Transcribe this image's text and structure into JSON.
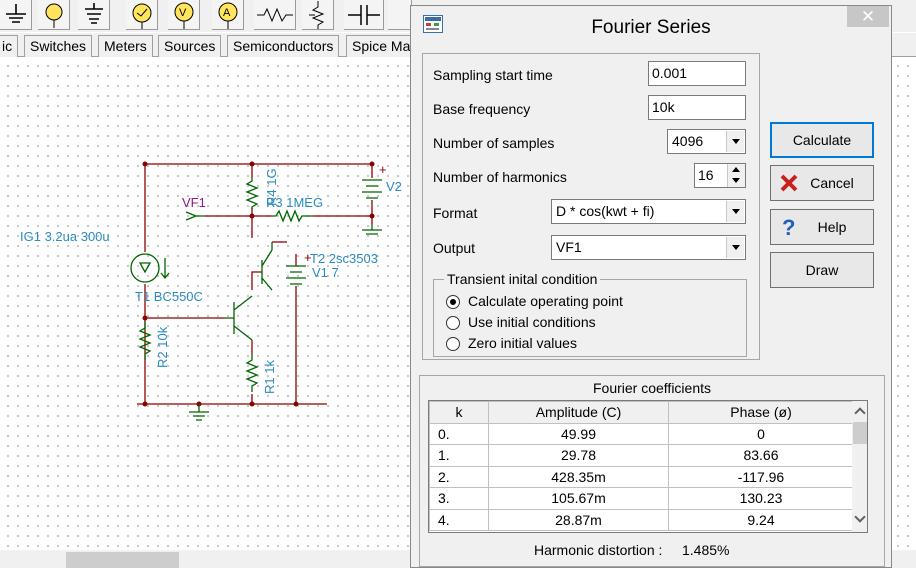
{
  "toolbar": {
    "icons": [
      "ground-icon",
      "lamp-icon",
      "ground-symbol-icon",
      "meter-icon",
      "voltmeter-icon",
      "ammeter-icon",
      "resistor-icon",
      "potentiometer-icon",
      "capacitor-icon"
    ]
  },
  "tabs": [
    "ic",
    "Switches",
    "Meters",
    "Sources",
    "Semiconductors",
    "Spice Ma"
  ],
  "circuit": {
    "labels": {
      "ig1": "IG1 3.2ua 300u",
      "vf1": "VF1",
      "t1": "T1 BC550C",
      "r2": "R2 10k",
      "r1": "R1 1k",
      "r3": "R3 1MEG",
      "r4": "R4 1G",
      "t2": "T2 2sc3503",
      "v1": "V1 7",
      "v2": "V2"
    }
  },
  "dialog": {
    "title": "Fourier Series",
    "close": "✕",
    "fields": {
      "sampling_start_time": {
        "label": "Sampling start time",
        "value": "0.001"
      },
      "base_frequency": {
        "label": "Base frequency",
        "value": "10k"
      },
      "number_of_samples": {
        "label": "Number of samples",
        "value": "4096"
      },
      "number_of_harmonics": {
        "label": "Number of harmonics",
        "value": "16"
      },
      "format": {
        "label": "Format",
        "value": "D * cos(kwt + fi)"
      },
      "output": {
        "label": "Output",
        "value": "VF1"
      }
    },
    "transient": {
      "title": "Transient inital condition",
      "options": [
        "Calculate operating point",
        "Use initial conditions",
        "Zero initial values"
      ],
      "selected": "Calculate operating point"
    },
    "buttons": {
      "calculate": "Calculate",
      "cancel": "Cancel",
      "help": "Help",
      "draw": "Draw"
    },
    "coefficients": {
      "title": "Fourier coefficients",
      "headers": [
        "k",
        "Amplitude (C)",
        "Phase (ø)"
      ],
      "rows": [
        [
          "0.",
          "49.99",
          "0"
        ],
        [
          "1.",
          "29.78",
          "83.66"
        ],
        [
          "2.",
          "428.35m",
          "-117.96"
        ],
        [
          "3.",
          "105.67m",
          "130.23"
        ],
        [
          "4.",
          "28.87m",
          "9.24"
        ]
      ],
      "harmonic_distortion_label": "Harmonic distortion :",
      "harmonic_distortion_value": "1.485%"
    }
  }
}
